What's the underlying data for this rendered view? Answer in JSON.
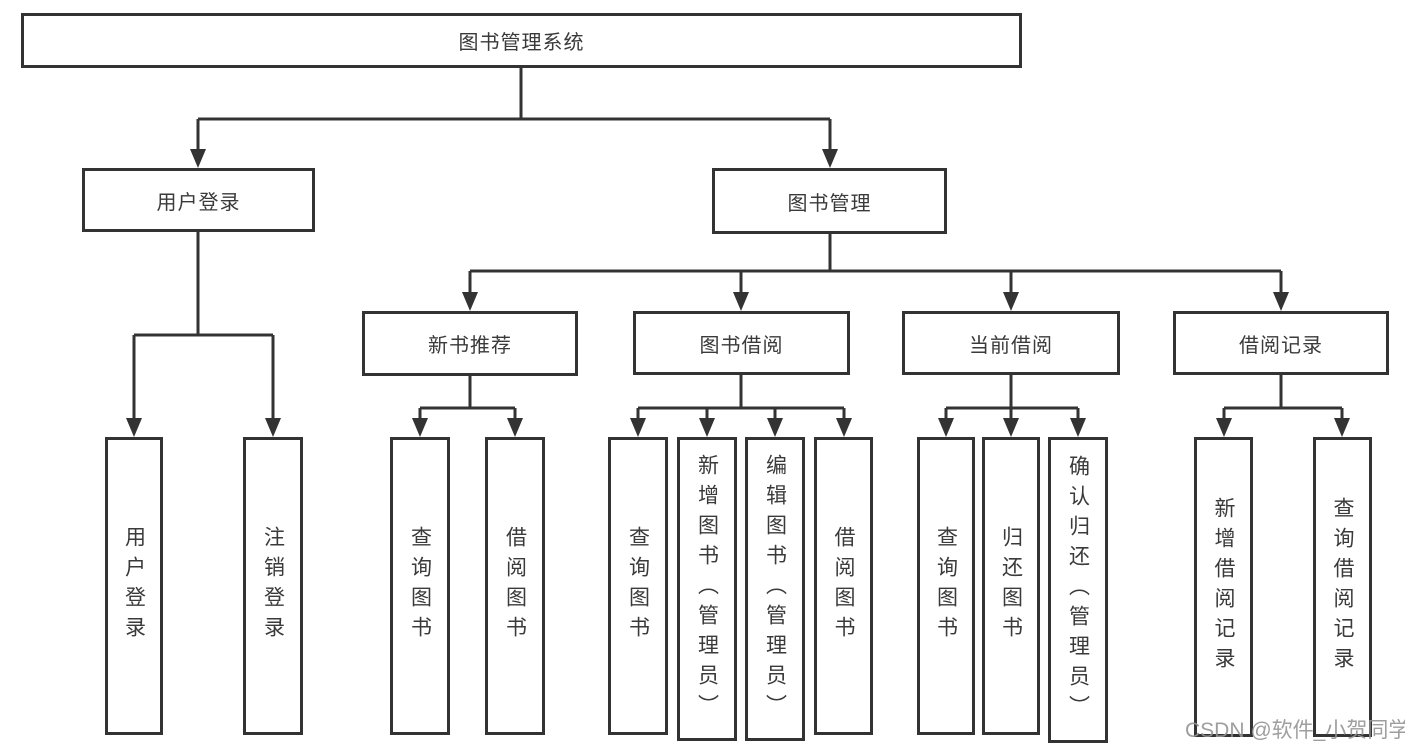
{
  "tree": {
    "root": {
      "label": "图书管理系统"
    },
    "user_branch": {
      "label": "用户登录",
      "children": [
        {
          "label": "用户登录"
        },
        {
          "label": "注销登录"
        }
      ]
    },
    "book_branch": {
      "label": "图书管理",
      "sections": [
        {
          "label": "新书推荐",
          "children": [
            {
              "label": "查询图书"
            },
            {
              "label": "借阅图书"
            }
          ]
        },
        {
          "label": "图书借阅",
          "children": [
            {
              "label": "查询图书"
            },
            {
              "label": "新增图书（管理员）"
            },
            {
              "label": "编辑图书（管理员）"
            },
            {
              "label": "借阅图书"
            }
          ]
        },
        {
          "label": "当前借阅",
          "children": [
            {
              "label": "查询图书"
            },
            {
              "label": "归还图书"
            },
            {
              "label": "确认归还（管理员）"
            }
          ]
        },
        {
          "label": "借阅记录",
          "children": [
            {
              "label": "新增借阅记录"
            },
            {
              "label": "查询借阅记录"
            }
          ]
        }
      ]
    }
  },
  "watermark": "CSDN @软件_小贺同学",
  "colors": {
    "line": "#333333",
    "text": "#3a3a3a",
    "watermark": "#949494",
    "background": "#ffffff"
  }
}
